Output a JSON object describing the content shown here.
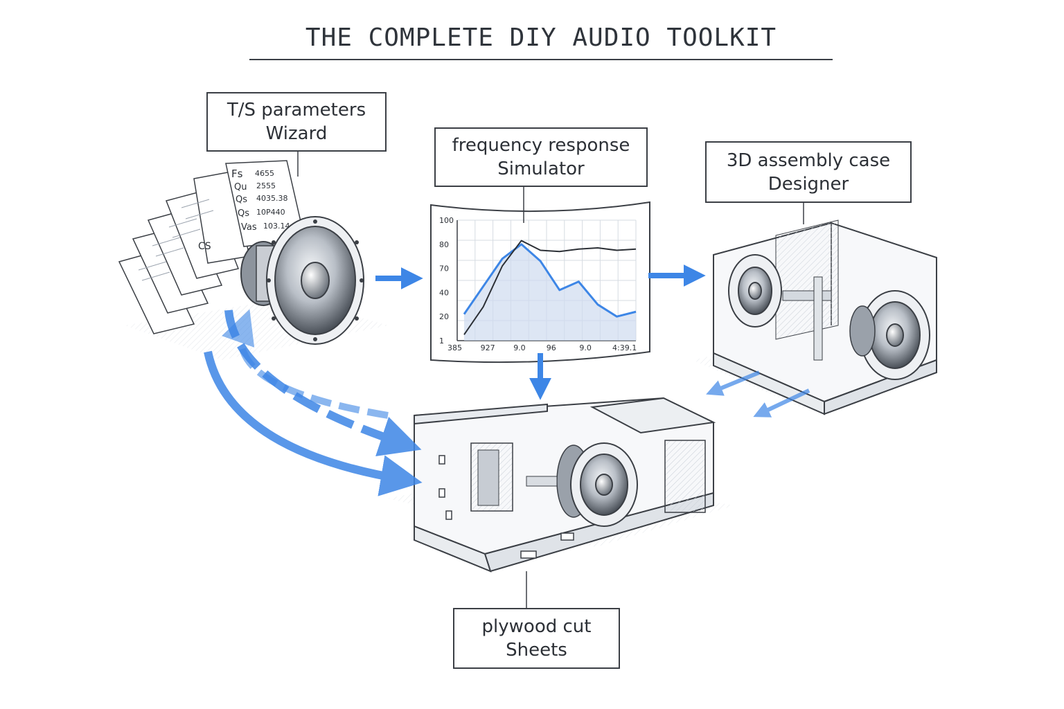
{
  "title": "THE COMPLETE DIY AUDIO TOOLKIT",
  "modules": {
    "ts_wizard": {
      "line1": "T/S parameters",
      "line2": "Wizard"
    },
    "freq_sim": {
      "line1": "frequency response",
      "line2": "Simulator"
    },
    "case_designer": {
      "line1": "3D assembly case",
      "line2": "Designer"
    },
    "cut_sheets": {
      "line1": "plywood cut",
      "line2": "Sheets"
    }
  },
  "ts_sheet": {
    "params": [
      "Fs",
      "Qu",
      "Qs",
      "Qs",
      "Vas"
    ],
    "values": [
      "4655",
      "2555",
      "4035.38",
      "10P440",
      "103.14"
    ],
    "cs_label": "CS"
  },
  "chart_data": {
    "type": "line",
    "y_ticks": [
      "100",
      "80",
      "70",
      "40",
      "20",
      "1"
    ],
    "x_ticks": [
      "385",
      "927",
      "9.0",
      "96",
      "9.0",
      "4:39.1"
    ],
    "series": [
      {
        "values": [
          22,
          45,
          68,
          80,
          66,
          42,
          49,
          30,
          20,
          24
        ]
      },
      {
        "values": [
          5,
          28,
          62,
          83,
          75,
          74,
          76,
          77,
          75,
          76
        ]
      }
    ]
  },
  "colors": {
    "accent": "#3d86e6",
    "ink": "#3b3f45"
  },
  "icons": [
    "parameter-sheet-icon",
    "loudspeaker-driver-icon",
    "speaker-enclosure-icon",
    "flow-arrow-icon"
  ]
}
